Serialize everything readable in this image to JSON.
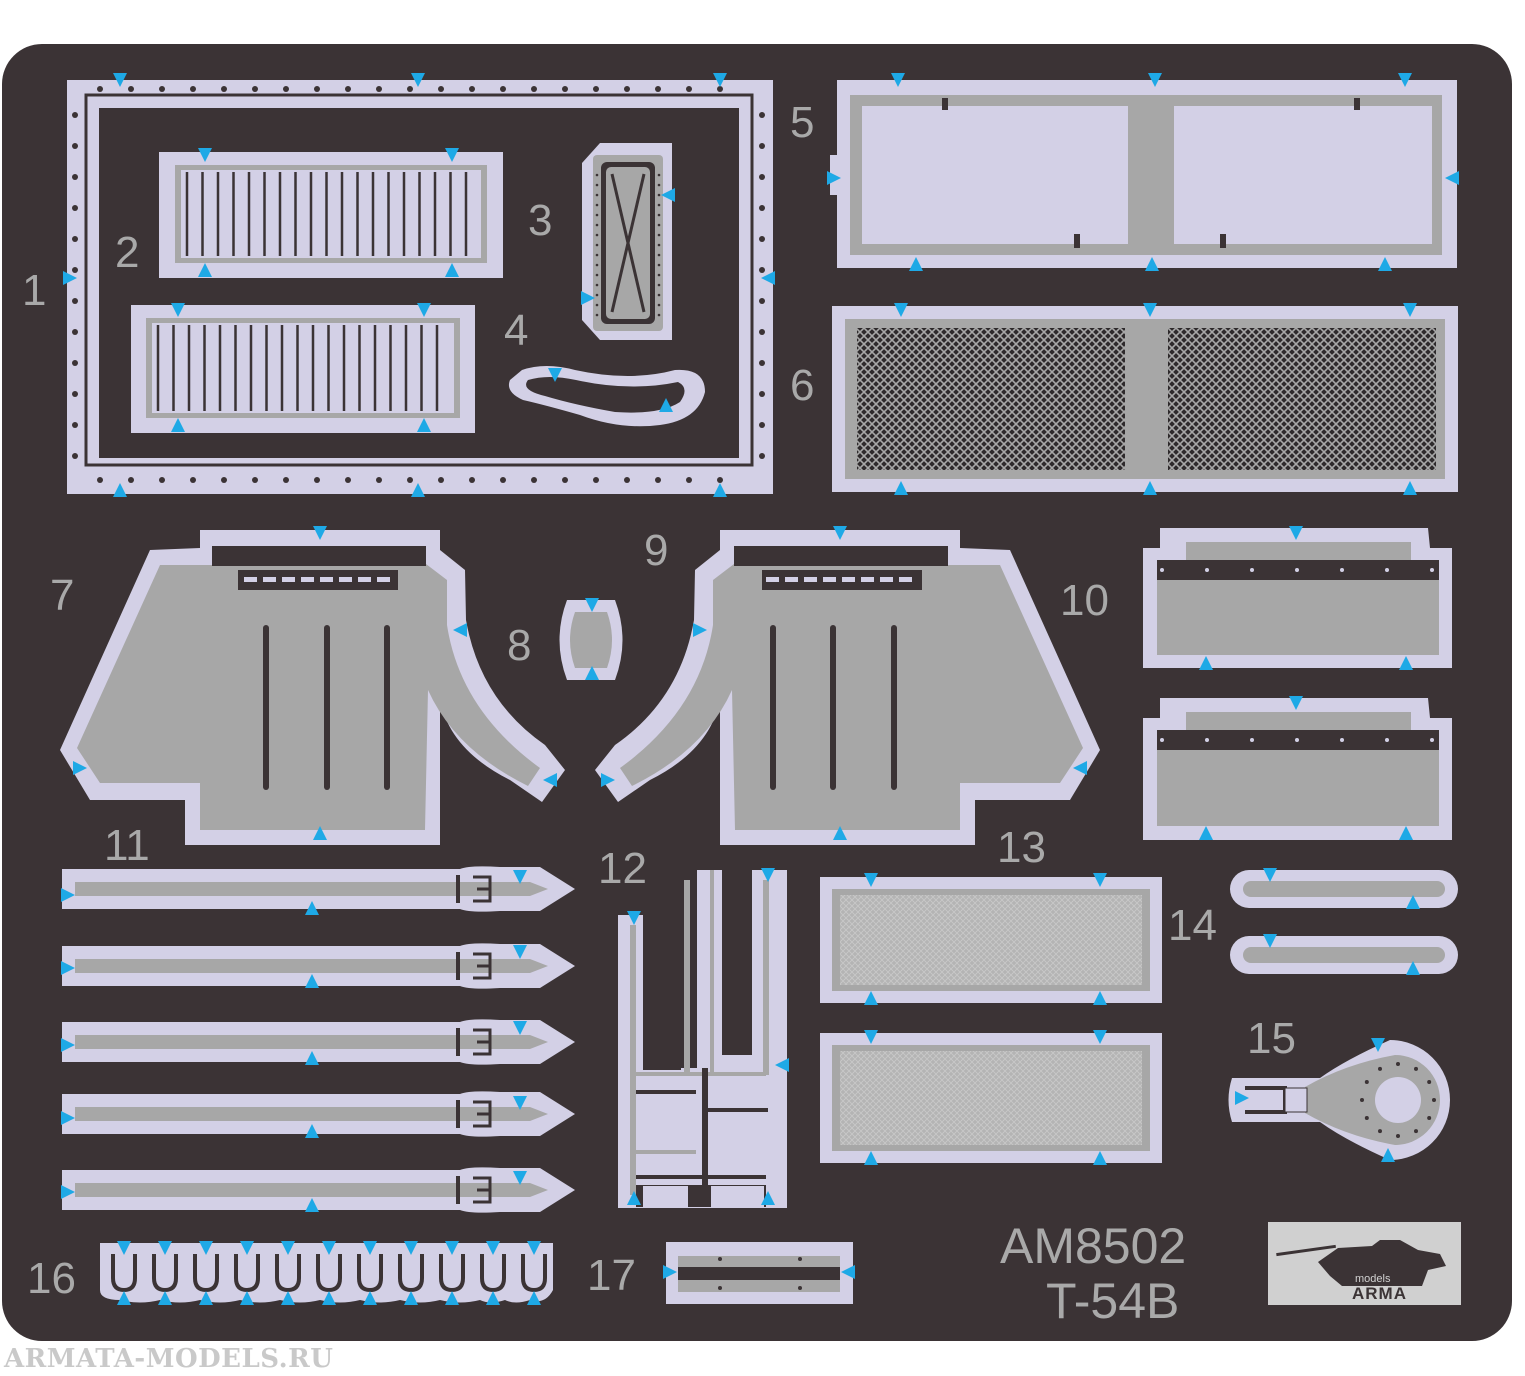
{
  "sheet": {
    "code": "AM8502",
    "model": "T-54B",
    "logo_text": {
      "brand": "ARMA",
      "sub": "models"
    },
    "watermark": "ARMATA-MODELS.RU",
    "part_numbers": [
      "1",
      "2",
      "3",
      "4",
      "5",
      "6",
      "7",
      "8",
      "9",
      "10",
      "11",
      "12",
      "13",
      "14",
      "15",
      "16",
      "17"
    ]
  },
  "colors": {
    "fret": "#3b3335",
    "part_outline": "#d3d0e6",
    "part_etched": "#a7a7a7",
    "gate": "#1ea9e6",
    "number_text": "#a9a9a9",
    "logo_bg": "#d0d0d0"
  }
}
